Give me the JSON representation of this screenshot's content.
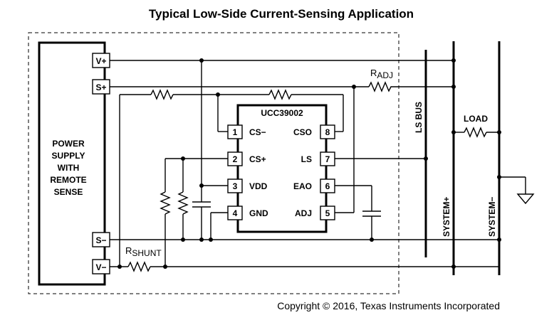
{
  "title": "Typical Low-Side Current-Sensing Application",
  "power_supply": {
    "label_lines": [
      "POWER",
      "SUPPLY",
      "WITH",
      "REMOTE",
      "SENSE"
    ],
    "terminals": [
      "V+",
      "S+",
      "S−",
      "V−"
    ]
  },
  "ic": {
    "name": "UCC39002",
    "pins": [
      {
        "num": "1",
        "name": "CS−"
      },
      {
        "num": "2",
        "name": "CS+"
      },
      {
        "num": "3",
        "name": "VDD"
      },
      {
        "num": "4",
        "name": "GND"
      },
      {
        "num": "8",
        "name": "CSO"
      },
      {
        "num": "7",
        "name": "LS"
      },
      {
        "num": "6",
        "name": "EAO"
      },
      {
        "num": "5",
        "name": "ADJ"
      }
    ]
  },
  "resistors": {
    "radj_main": "R",
    "radj_sub": "ADJ",
    "rshunt_main": "R",
    "rshunt_sub": "SHUNT",
    "load": "LOAD"
  },
  "buses": {
    "ls_bus": "LS BUS",
    "system_plus": "SYSTEM+",
    "system_minus": "SYSTEM−"
  },
  "copyright": "Copyright © 2016, Texas Instruments Incorporated"
}
